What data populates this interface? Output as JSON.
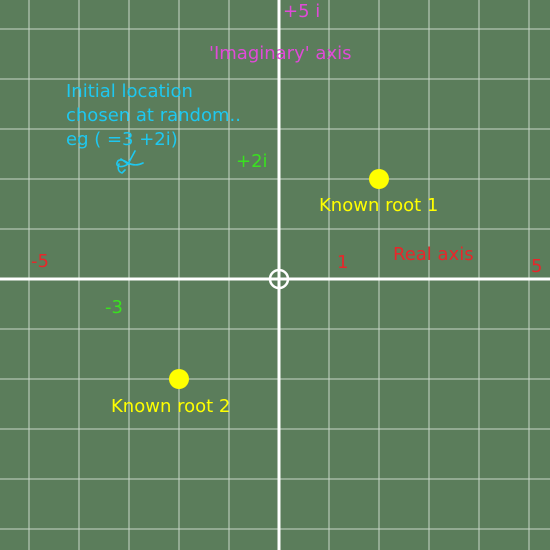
{
  "colors": {
    "background": "#5b7d5b",
    "grid": "#c9d6c9",
    "axis": "#ffffff",
    "imag_label": "#e04ad8",
    "real_label": "#e8262a",
    "green_label": "#39e21f",
    "note": "#1ec8f0",
    "root": "#ffff00"
  },
  "axes": {
    "imag_top_label": "+5 i",
    "imag_axis_label": "'Imaginary' axis",
    "real_axis_label": "Real axis",
    "real_neg_label": "-5",
    "real_pos_label": "5",
    "real_one_label": "1",
    "imag_plus2_label": "+2i",
    "real_minus3_label": "-3"
  },
  "note": {
    "lines": [
      "Initial location",
      "chosen at random..",
      "eg ( =3 +2i)"
    ]
  },
  "icons": {
    "origin": "crosshair-circle-icon",
    "start": "hand-drawn-scribble-icon"
  },
  "roots": [
    {
      "label": "Known root 1",
      "re": 2,
      "im": 2
    },
    {
      "label": "Known root 2",
      "re": -2,
      "im": -2
    }
  ],
  "start_point": {
    "re": -3,
    "im": 2
  }
}
